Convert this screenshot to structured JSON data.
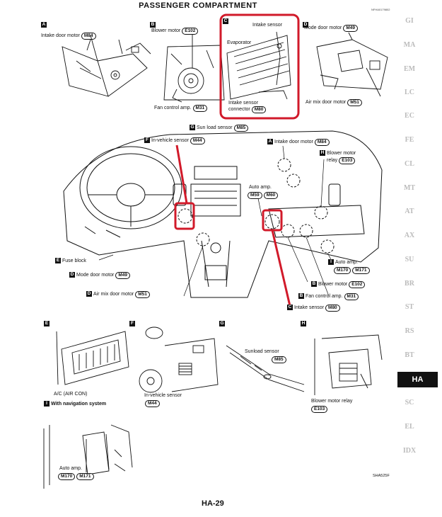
{
  "header": {
    "title": "PASSENGER COMPARTMENT",
    "code": "NFHA0179802"
  },
  "panels": {
    "A": {
      "letter": "A",
      "label": "Intake door motor",
      "badge": "M84"
    },
    "B": {
      "letter": "B",
      "label1": "Blower motor",
      "badge1": "E102",
      "label2": "Fan control amp.",
      "badge2": "M31"
    },
    "C": {
      "letter": "C",
      "label1": "Intake sensor",
      "label2": "Evaporator",
      "label3": "Intake sensor",
      "label4": "connector",
      "badge": "M80"
    },
    "D": {
      "letter": "D",
      "label1": "Mode door motor",
      "badge1": "M49",
      "label2": "Air mix door motor",
      "badge2": "M51"
    },
    "E": {
      "letter": "E",
      "label": "A/C (AIR CON)"
    },
    "F": {
      "letter": "F",
      "label": "In-vehicle sensor",
      "badge": "M44"
    },
    "G": {
      "letter": "G",
      "label": "Sunload sensor",
      "badge": "M85"
    },
    "H": {
      "letter": "H",
      "label": "Blower motor relay",
      "badge": "E103"
    },
    "I": {
      "letter": "I",
      "label": "With navigation system",
      "label2": "Auto amp.",
      "badge1": "M170",
      "badge2": "M171"
    }
  },
  "main": {
    "sunload": {
      "letter": "G",
      "label": "Sun load sensor",
      "badge": "M85"
    },
    "invehicle": {
      "letter": "F",
      "label": "In-vehicle sensor",
      "badge": "M44"
    },
    "intakedoor": {
      "letter": "A",
      "label": "Intake door motor",
      "badge": "M84"
    },
    "blowerrelay": {
      "letter": "H",
      "label1": "Blower motor",
      "label2": "relay",
      "badge": "E103"
    },
    "autoamp": {
      "label": "Auto amp.",
      "badge1": "M59",
      "badge2": "M60"
    },
    "autoamp2": {
      "letter": "I",
      "label": "Auto amp.",
      "badge1": "M170",
      "badge2": "M171"
    },
    "fuse": {
      "letter": "E",
      "label": "Fuse block"
    },
    "mode": {
      "letter": "D",
      "label": "Mode door motor",
      "badge": "M49"
    },
    "airmix": {
      "letter": "D",
      "label": "Air mix door motor",
      "badge": "M51"
    },
    "blower": {
      "letter": "B",
      "label": "Blower motor",
      "badge": "E102"
    },
    "fanctrl": {
      "letter": "B",
      "label": "Fan control amp.",
      "badge": "M31"
    },
    "intakesensor": {
      "letter": "C",
      "label": "Intake sensor",
      "badge": "M80"
    }
  },
  "sidebar": {
    "items": [
      "GI",
      "MA",
      "EM",
      "LC",
      "EC",
      "FE",
      "CL",
      "MT",
      "AT",
      "AX",
      "SU",
      "BR",
      "ST",
      "RS",
      "BT",
      "HA",
      "SC",
      "EL",
      "IDX"
    ],
    "active": "HA"
  },
  "footer": {
    "page": "HA-29",
    "figure": "SHA525F"
  },
  "colors": {
    "highlight": "#d11a2a",
    "ink": "#111111"
  }
}
